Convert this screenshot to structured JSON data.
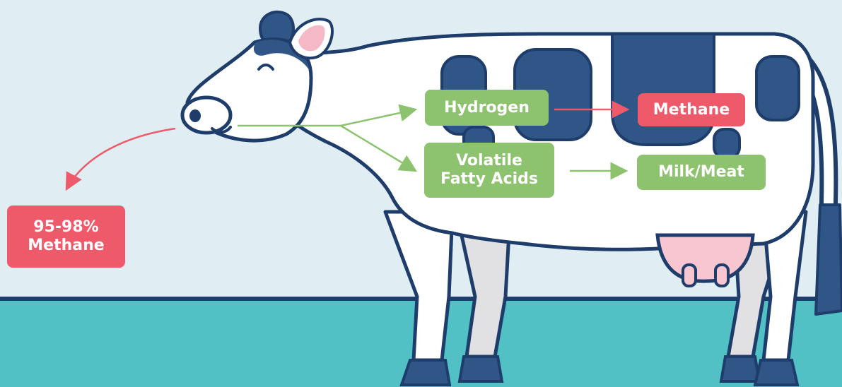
{
  "diagram": {
    "nodes": {
      "hydrogen": "Hydrogen",
      "methane": "Methane",
      "vfa_line1": "Volatile",
      "vfa_line2": "Fatty Acids",
      "milk_meat": "Milk/Meat",
      "emission_line1": "95-98%",
      "emission_line2": "Methane"
    },
    "edges": [
      {
        "from": "mouth",
        "to": "hydrogen"
      },
      {
        "from": "mouth",
        "to": "volatile_fatty_acids"
      },
      {
        "from": "hydrogen",
        "to": "methane"
      },
      {
        "from": "volatile_fatty_acids",
        "to": "milk_meat"
      },
      {
        "from": "mouth",
        "to": "95-98% Methane"
      }
    ]
  },
  "colors": {
    "sky": "#e0eef3",
    "ground": "#52c1c5",
    "outline": "#1f3d6b",
    "spots": "#2f5686",
    "cow_body": "#ffffff",
    "udder": "#f7c6d0",
    "ear_inner": "#f4b8c6",
    "legs_shade": "#e1e1e3",
    "green_label": "#8dc26f",
    "red_label": "#ef5a6a"
  }
}
